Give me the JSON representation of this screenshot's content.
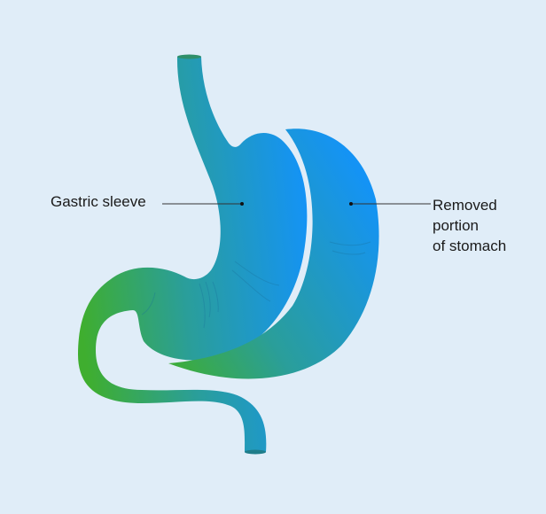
{
  "labels": {
    "sleeve": "Gastric sleeve",
    "removed": [
      "Removed",
      "portion",
      "of stomach"
    ]
  },
  "colors": {
    "background": "#e0edf8",
    "green": "#3fae2f",
    "teal": "#2a9e9a",
    "blue": "#1493f5"
  }
}
